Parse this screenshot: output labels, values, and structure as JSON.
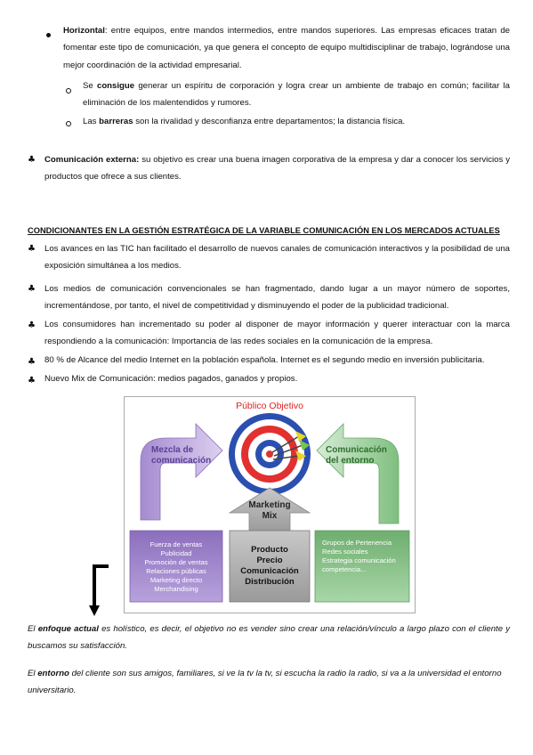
{
  "horizontal": {
    "term": "Horizontal",
    "text": ": entre equipos, entre mandos intermedios, entre mandos superiores. Las empresas eficaces tratan de fomentar este tipo de comunicación, ya que genera el concepto de equipo multidisciplinar de trabajo, lográndose una mejor coordinación de la actividad empresarial.",
    "sub1_pre": "Se ",
    "sub1_term": "consigue",
    "sub1_text": " generar un espíritu de corporación y logra crear un ambiente de trabajo en común; facilitar la eliminación de los malentendidos y rumores.",
    "sub2_pre": "Las ",
    "sub2_term": "barreras",
    "sub2_text": " son la rivalidad y desconfianza entre departamentos; la distancia física."
  },
  "externa": {
    "term": "Comunicación externa:",
    "text": " su objetivo es crear una buena imagen corporativa de la empresa y dar a conocer los servicios y productos que ofrece a sus clientes."
  },
  "section_heading": "CONDICIONANTES EN LA GESTIÓN ESTRATÉGICA DE LA VARIABLE COMUNICACIÓN EN LOS MERCADOS ACTUALES",
  "points": [
    "Los avances en las TIC han facilitado el desarrollo de nuevos canales de comunicación interactivos y la posibilidad de una exposición simultánea a los medios.",
    "Los medios de comunicación convencionales se han fragmentado, dando lugar a un mayor número de soportes, incrementándose, por tanto, el nivel de competitividad y disminuyendo el poder de la publicidad tradicional.",
    "Los consumidores han incrementado su poder al disponer de mayor información y querer interactuar con la marca respondiendo a la comunicación: Importancia de las redes sociales en la comunicación de la empresa.",
    "80 % de Alcance del medio Internet en la población española. Internet es el segundo medio en inversión publicitaria.",
    "Nuevo Mix de Comunicación: medios pagados, ganados y propios."
  ],
  "diagram": {
    "title": "Público Objetivo",
    "left_arrow": [
      "Mezcla de",
      "comunicación"
    ],
    "right_arrow": [
      "Comunicación",
      "del entorno"
    ],
    "center": [
      "Marketing",
      "Mix"
    ],
    "left_box": [
      "Fuerza de ventas",
      "Publicidad",
      "Promoción de ventas",
      "Relaciones públicas",
      "Marketing directo",
      "Merchandising"
    ],
    "center_box": [
      "Producto",
      "Precio",
      "Comunicación",
      "Distribución"
    ],
    "right_box": [
      "Grupos de Pertenencia",
      "Redes sociales",
      "Estrategia comunicación",
      "competencia..."
    ],
    "colors": {
      "purple": "#9a7fc0",
      "green": "#8fc48f",
      "gray": "#a8a8a8",
      "title_red": "#e02020"
    }
  },
  "enfoque": {
    "pre": "El ",
    "term": "enfoque actual",
    "text": " es holístico, es decir, el objetivo no es vender sino crear una relación/vínculo a largo plazo con el cliente y buscamos su satisfacción."
  },
  "entorno": {
    "pre": "El ",
    "term": "entorno",
    "text": " del cliente son sus amigos, familiares, si ve la tv la tv, si escucha la radio la radio, si va a la universidad el entorno universitario."
  }
}
